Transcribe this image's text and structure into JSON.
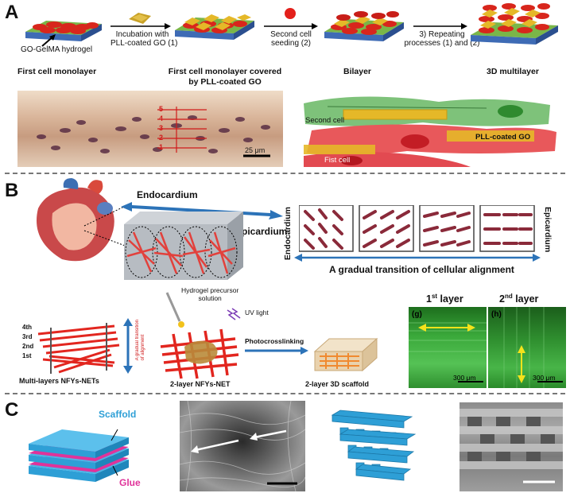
{
  "panels": {
    "A": {
      "letter": "A",
      "hydrogel_label": "GO-GelMA hydrogel",
      "step1_label": "Incubation with\nPLL-coated GO (1)",
      "step2_label": "Second cell\nseeding (2)",
      "step3_label": "3) Repeating\nprocesses (1) and (2)",
      "stage1": "First cell monolayer",
      "stage2": "First cell monolayer covered\nby PLL-coated GO",
      "stage3": "Bilayer",
      "stage4": "3D multilayer",
      "layer_numbers": [
        "5",
        "4",
        "3",
        "2",
        "1"
      ],
      "scale": "25 μm",
      "second_cell": "Second cell",
      "first_cell": "Fist cell",
      "pll_go": "PLL-coated GO"
    },
    "B": {
      "letter": "B",
      "endocardium": "Endocardium",
      "epicardium": "Epicardium",
      "endo_vertical": "Endocardium",
      "epi_vertical": "Epicardium",
      "transition": "A gradual transition of cellular alignment",
      "hydrogel_precursor": "Hydrogel precursor\nsolution",
      "uv_light": "UV light",
      "layers": [
        "4th",
        "3rd",
        "2nd",
        "1st"
      ],
      "gradual_label": "A gradual transition\nof alignment",
      "photocrosslinking": "Photocrosslinking",
      "multi_layers": "Multi-layers NFYs-NETs",
      "two_layer_net": "2-layer NFYs-NET",
      "two_layer_scaffold": "2-layer 3D scaffold",
      "layer1_title_num": "1",
      "layer1_title_sup": "st",
      "layer1_title_word": " layer",
      "layer2_title_num": "2",
      "layer2_title_sup": "nd",
      "layer2_title_word": " layer",
      "g": "(g)",
      "h": "(h)",
      "scale_g": "300 μm",
      "scale_h": "300 μm"
    },
    "C": {
      "letter": "C",
      "scaffold": "Scaffold",
      "glue": "Glue"
    }
  },
  "colors": {
    "scaffold_blue": "#2e9fd6",
    "glue_magenta": "#e0339a",
    "arrow_blue": "#2c73b8",
    "fluor_green": "#3bb23b"
  }
}
